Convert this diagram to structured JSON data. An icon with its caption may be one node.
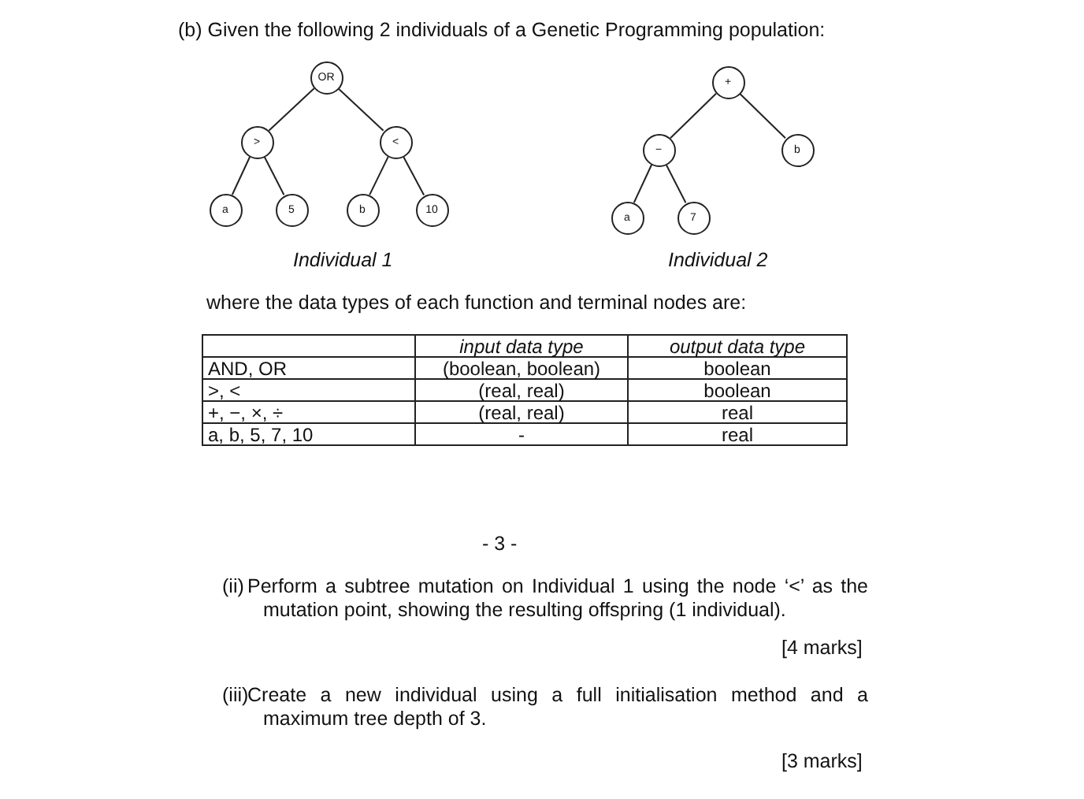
{
  "diagram": {
    "title": "(b) Given the following 2 individuals of a Genetic Programming population:",
    "nodes": [
      {
        "text": [
          "OR"
        ]
      },
      {
        "text": [
          ">"
        ]
      },
      {
        "text": [
          "<"
        ]
      },
      {
        "text": [
          "a"
        ]
      },
      {
        "text": [
          "5"
        ]
      },
      {
        "text": [
          "b"
        ]
      },
      {
        "text": [
          "10"
        ]
      },
      {
        "text": [
          "+"
        ]
      },
      {
        "text": [
          "−"
        ]
      },
      {
        "text": [
          "b"
        ]
      },
      {
        "text": [
          "a"
        ]
      },
      {
        "text": [
          "7"
        ]
      }
    ],
    "edges": [
      {
        "from": 0,
        "to": 1,
        "arrow": "none"
      },
      {
        "from": 0,
        "to": 2,
        "arrow": "none"
      },
      {
        "from": 1,
        "to": 3,
        "arrow": "none"
      },
      {
        "from": 1,
        "to": 4,
        "arrow": "none"
      },
      {
        "from": 2,
        "to": 5,
        "arrow": "none"
      },
      {
        "from": 2,
        "to": 6,
        "arrow": "none"
      },
      {
        "from": 7,
        "to": 8,
        "arrow": "none"
      },
      {
        "from": 7,
        "to": 9,
        "arrow": "none"
      },
      {
        "from": 8,
        "to": 10,
        "arrow": "none"
      },
      {
        "from": 8,
        "to": 11,
        "arrow": "none"
      }
    ],
    "labels": [
      "Individual 1",
      "Individual 2",
      "where the data types of each function and terminal nodes are:",
      "input data type",
      "output data type",
      "AND, OR",
      "(boolean, boolean)",
      "boolean",
      ">, <",
      "(real, real)",
      "boolean",
      "+, −, ×, ÷",
      "(real, real)",
      "real",
      "a, b, 5, 7, 10",
      "-",
      "real",
      "- 3 -",
      "(ii)",
      "Perform a subtree mutation on Individual 1 using the node ‘<’ as the mutation point, showing the resulting offspring (1 individual).",
      "[4 marks]",
      "(iii)",
      "Create a new individual using a full initialisation method and a maximum tree depth of 3.",
      "[3 marks]"
    ]
  }
}
